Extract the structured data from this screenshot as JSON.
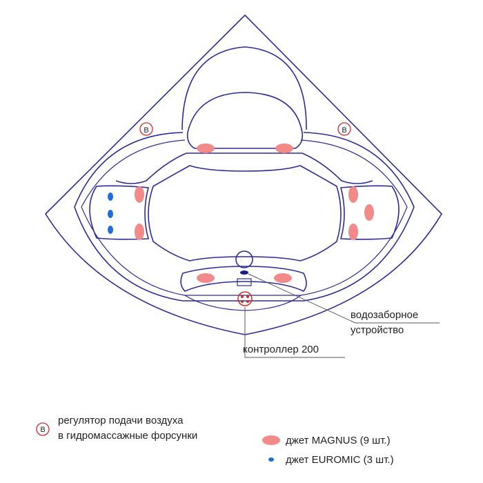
{
  "labels": {
    "intake_line1": "водозаборное",
    "intake_line2": "устройство",
    "controller": "контроллер 200",
    "regulator_line1": "регулятор подачи воздуха",
    "regulator_line2": "в гидромассажные форсунки",
    "regulator_symbol": "B",
    "legend_magnus": "джет MAGNUS (9 шт.)",
    "legend_euromic": "джет EUROMIC (3 шт.)"
  },
  "colors": {
    "outline": "#2a2a9a",
    "magnus": "#f28a8a",
    "euromic": "#1e6fd8",
    "regulator": "#d22a2a"
  },
  "counts": {
    "magnus": 9,
    "euromic": 3
  }
}
